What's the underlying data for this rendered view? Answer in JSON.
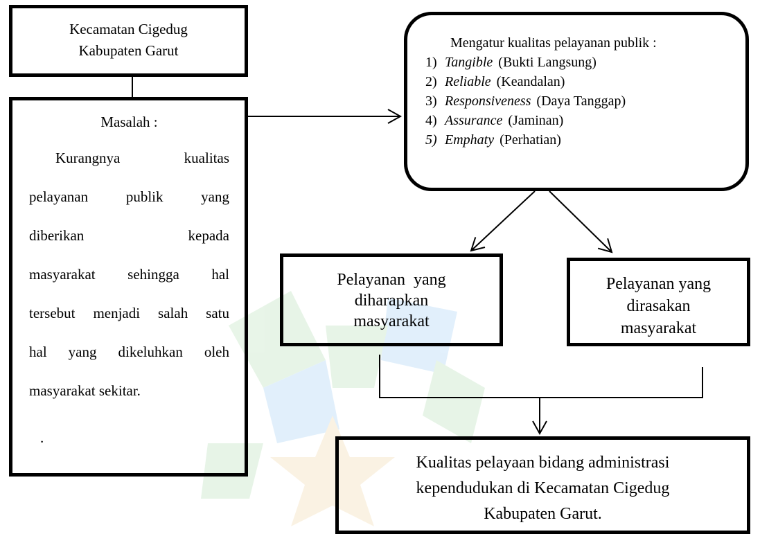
{
  "location": {
    "line1": "Kecamatan Cigedug",
    "line2": "Kabupaten Garut"
  },
  "problem": {
    "title": "Masalah :",
    "lines": [
      [
        "Kurangnya",
        "kualitas"
      ],
      [
        "pelayanan",
        "publik",
        "yang"
      ],
      [
        "diberikan",
        "kepada"
      ],
      [
        "masyarakat",
        "sehingga",
        "hal"
      ],
      [
        "tersebut",
        "menjadi",
        "salah",
        "satu"
      ],
      [
        "hal",
        "yang",
        "dikeluhkan",
        "oleh"
      ],
      [
        "masyarakat sekitar."
      ]
    ],
    "trailing_dot": "."
  },
  "quality": {
    "title": "Mengatur kualitas pelayanan publik :",
    "items": [
      {
        "num": "1)",
        "term": "Tangible",
        "desc": "(Bukti Langsung)"
      },
      {
        "num": "2)",
        "term": "Reliable",
        "desc": "(Keandalan)"
      },
      {
        "num": "3)",
        "term": "Responsiveness",
        "desc": "(Daya Tanggap)"
      },
      {
        "num": "4)",
        "term": "Assurance",
        "desc": "(Jaminan)"
      },
      {
        "num": "5)",
        "term": "Emphaty",
        "desc": "(Perhatian)"
      }
    ]
  },
  "expected": {
    "line1": "Pelayanan  yang",
    "line2": "diharapkan",
    "line3": "masyarakat"
  },
  "perceived": {
    "line1": "Pelayanan yang",
    "line2": "dirasakan",
    "line3": "masyarakat"
  },
  "result": {
    "line1": "Kualitas pelayaan bidang administrasi",
    "line2": "kependudukan di Kecamatan Cigedug",
    "line3": "Kabupaten Garut."
  },
  "colors": {
    "border": "#000000",
    "watermark_green": "#4caf50",
    "watermark_blue": "#1e88e5",
    "watermark_gold": "#e0a030"
  }
}
